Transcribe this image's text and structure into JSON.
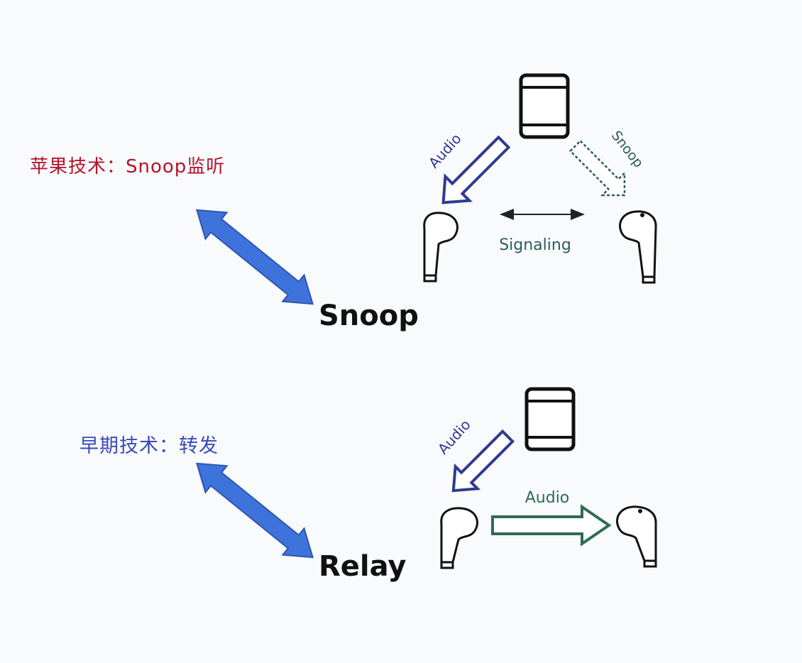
{
  "snoop_section": {
    "caption": "苹果技术：Snoop监听",
    "title": "Snoop",
    "audio_label": "Audio",
    "snoop_label": "Snoop",
    "signaling_label": "Signaling"
  },
  "relay_section": {
    "caption": "早期技术：转发",
    "title": "Relay",
    "audio_label_source": "Audio",
    "audio_label_forward": "Audio"
  },
  "colors": {
    "snoop_caption": "#b4142b",
    "relay_caption": "#3b49b8",
    "double_arrow": "#3f73dc",
    "audio_arrow": "#2f3b8e",
    "snoop_arrow": "#2e5a63",
    "forward_arrow": "#2f6b55"
  }
}
